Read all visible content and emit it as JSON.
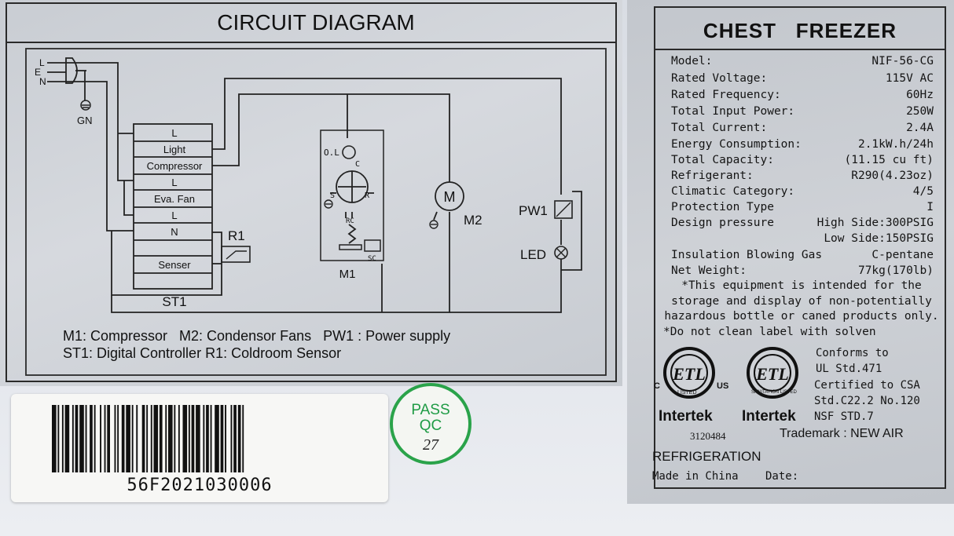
{
  "circuit": {
    "title": "CIRCUIT DIAGRAM",
    "inputs": {
      "l": "L",
      "e": "E",
      "n": "N",
      "gn": "GN"
    },
    "terminals": [
      "L",
      "Light",
      "Compressor",
      "L",
      "Eva. Fan",
      "L",
      "N",
      "",
      "Senser"
    ],
    "controller_label": "ST1",
    "sensor_label": "R1",
    "compressor": {
      "label": "M1",
      "ol": "O.L",
      "c": "C",
      "s": "S",
      "r": "R",
      "rc": "RC",
      "sc": "SC"
    },
    "fan": {
      "symbol": "M",
      "label": "M2"
    },
    "power": {
      "pw_label": "PW1",
      "led_label": "LED"
    },
    "legend_line1": "M1: Compressor   M2: Condensor Fans   PW1 : Power supply",
    "legend_line2": "ST1: Digital Controller R1: Coldroom Sensor"
  },
  "spec": {
    "title": "CHEST   FREEZER",
    "rows": [
      {
        "key": "Model:",
        "value": "NIF-56-CG"
      },
      {
        "key": "Rated Voltage:",
        "value": "115V AC"
      },
      {
        "key": "Rated Frequency:",
        "value": "60Hz"
      },
      {
        "key": "Total Input Power:",
        "value": "250W"
      },
      {
        "key": "Total Current:",
        "value": "2.4A"
      },
      {
        "key": "Energy Consumption:",
        "value": "2.1kW.h/24h"
      },
      {
        "key": "Total Capacity:",
        "value": "(11.15 cu ft)"
      },
      {
        "key": "Refrigerant:",
        "value": "R290(4.23oz)"
      },
      {
        "key": "Climatic Category:",
        "value": "4/5"
      },
      {
        "key": "Protection Type",
        "value": "I"
      },
      {
        "key": "Design pressure",
        "value": "High Side:300PSIG"
      },
      {
        "key": "",
        "value": "Low Side:150PSIG"
      },
      {
        "key": "Insulation Blowing Gas",
        "value": "C-pentane"
      },
      {
        "key": "Net Weight:",
        "value": "77kg(170lb)"
      }
    ],
    "notice_lines": [
      "*This equipment is intended for the",
      "storage and display of non-potentially",
      "hazardous bottle or caned products only.",
      "*Do not clean label with solven"
    ],
    "etl_mark": "ETL",
    "etl_c": "C",
    "etl_us": "US",
    "etl1_sub": "LISTED",
    "etl2_sub": "SANITATION LISTED",
    "intertek1": "Intertek",
    "intertek2": "Intertek",
    "control_number": "3120484",
    "conforms_lines": [
      "Conforms to",
      "UL Std.471",
      "Certified to CSA",
      "Std.C22.2 No.120",
      "NSF STD.7"
    ],
    "trademark": "Trademark : NEW AIR",
    "refrigeration": "REFRIGERATION",
    "made_in": "Made in China",
    "date_label": "Date:"
  },
  "barcode": {
    "number": "56F2021030006"
  },
  "qc": {
    "pass": "PASS",
    "qc": "QC",
    "number": "27",
    "color": "#2aa34a"
  }
}
